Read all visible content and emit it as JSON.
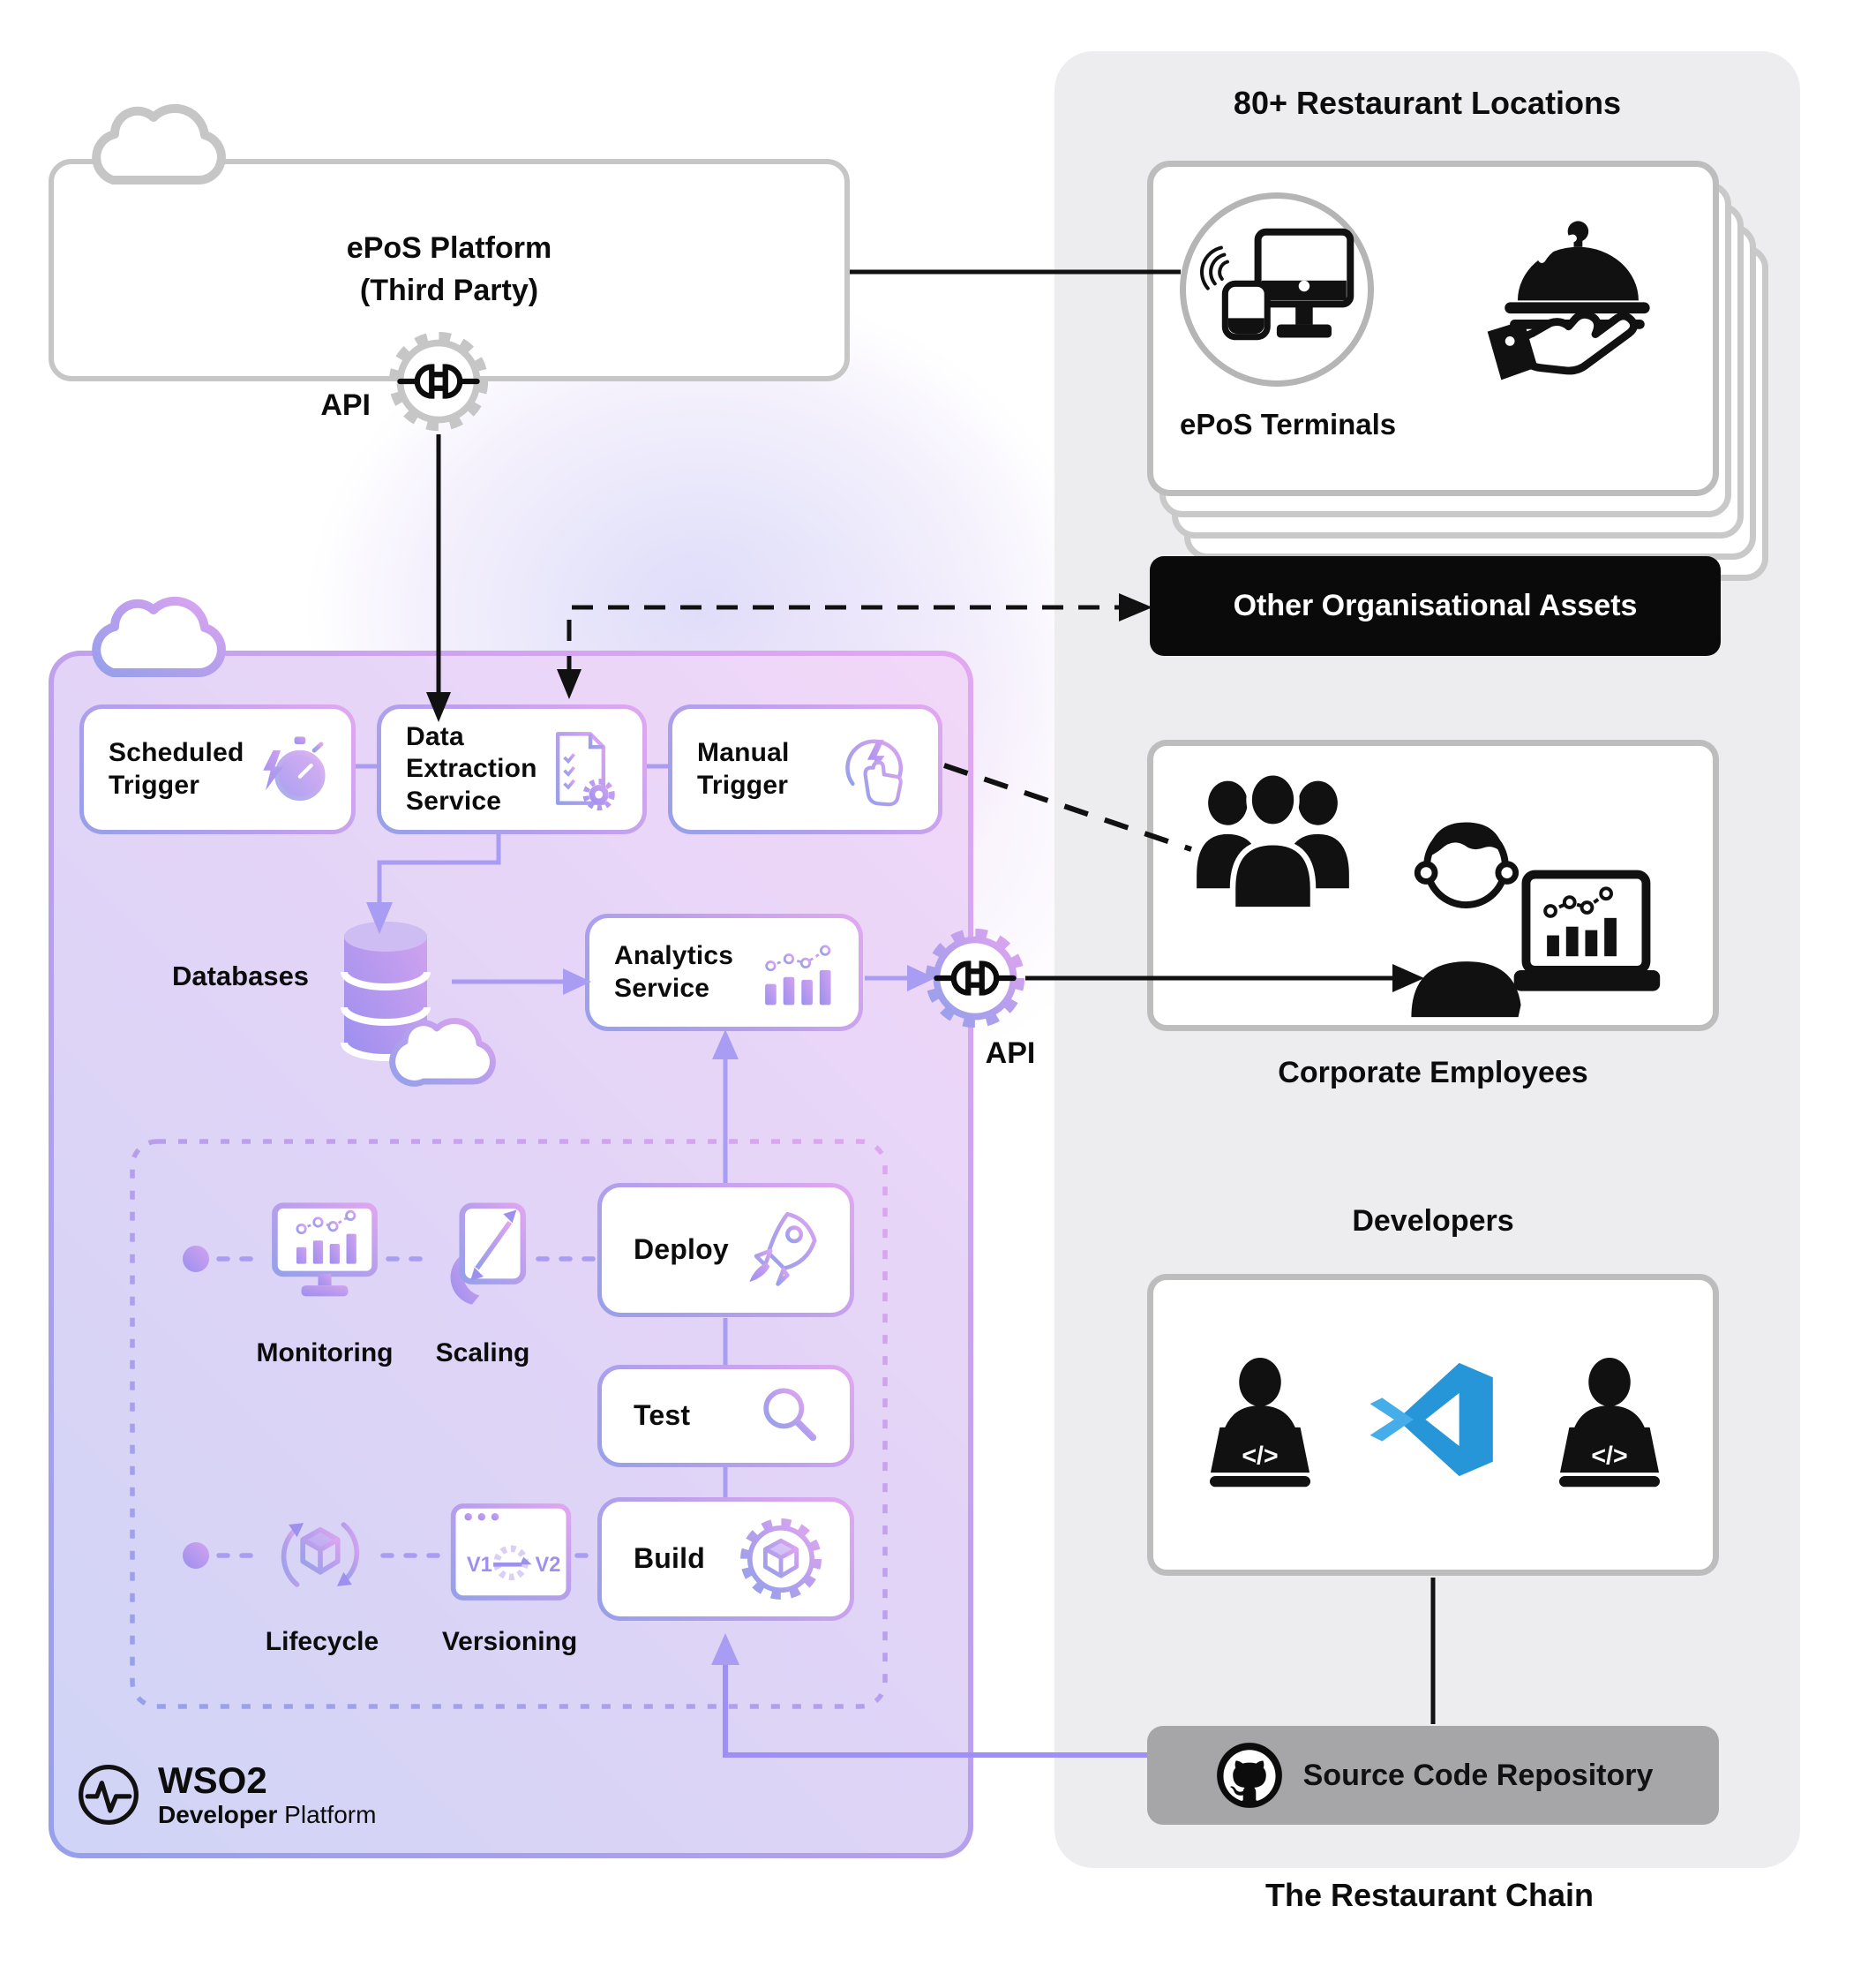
{
  "epos": {
    "title": "ePoS Platform",
    "subtitle": "(Third Party)",
    "api": "API"
  },
  "platform": {
    "scheduled": "Scheduled Trigger",
    "extraction": "Data Extraction Service",
    "manual": "Manual Trigger",
    "databases": "Databases",
    "analytics": "Analytics Service",
    "api": "API"
  },
  "pipeline": {
    "monitoring": "Monitoring",
    "scaling": "Scaling",
    "deploy": "Deploy",
    "test": "Test",
    "build": "Build",
    "lifecycle": "Lifecycle",
    "versioning": "Versioning",
    "v1": "V1",
    "v2": "V2"
  },
  "logo": {
    "brand": "WSO2",
    "product_bold": "Developer",
    "product_regular": " Platform"
  },
  "chain": {
    "locations_title": "80+ Restaurant Locations",
    "terminals": "ePoS Terminals",
    "assets": "Other Organisational Assets",
    "corporate": "Corporate Employees",
    "developers": "Developers",
    "repo": "Source Code Repository",
    "footer": "The Restaurant Chain"
  },
  "icons": {
    "code_glyph": "</>"
  },
  "colors": {
    "purple_line": "#A99CF3",
    "gradient_start": "#96A0EA",
    "gradient_end": "#E2A8F1",
    "panel_bg": "#EDEDF0",
    "black_box": "#0A0A0A",
    "repo_bg": "#A6A6A8",
    "vscode_blue": "#2796D8"
  }
}
